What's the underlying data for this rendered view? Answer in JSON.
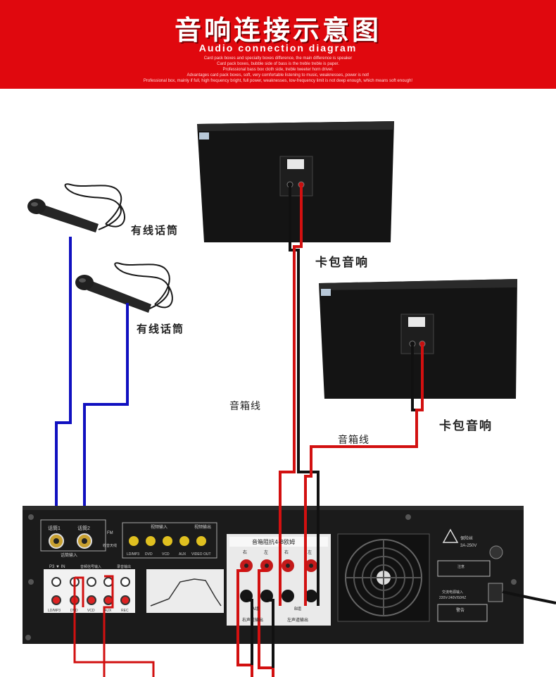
{
  "header": {
    "title": "音响连接示意图",
    "subtitle": "Audio connection diagram",
    "lines": [
      "Card pack boxes and specialty boxes difference, the main difference is speaker",
      "Card pack boxes, bubble side of bass is the treble treble is paper.",
      "Professional bass box cloth side, treble tweeter horn driver.",
      "Advantages card pack boxes, soft, very comfortable listening to music, weaknesses, power is not!",
      "Professional box, mainly if full, high frequency bright, full power, weaknesses, low-frequency limit is not deep enough, which means soft enough!"
    ]
  },
  "labels": {
    "mic_1": "有线话筒",
    "mic_2": "有线话筒",
    "speaker_1": "卡包音响",
    "speaker_2": "卡包音响",
    "cable_1": "音箱线",
    "cable_2": "音箱线"
  },
  "amplifier": {
    "mic_in": [
      "话筒1",
      "话筒2"
    ],
    "mic_group": "话筒输入",
    "fm": "FM",
    "antenna": "收音天线",
    "video_in": "视频输入",
    "video_out_group": "视频输出",
    "video_sources": [
      "LD/MP3",
      "DVD",
      "VCD",
      "AUX",
      "VIDEO OUT"
    ],
    "mp3_in": "P3 ▼ IN",
    "audio_in": "音频信号输入",
    "rec_out": "录音输出",
    "audio_sources": [
      "LD/MP3",
      "DVD",
      "VCD",
      "AUX",
      "REC"
    ],
    "speaker_block": "音箱阻抗4-8欧姆",
    "speaker_right": "右",
    "speaker_left": "左",
    "right_out": "右声道输出",
    "left_out": "左声道输出",
    "ch_a": "A组",
    "ch_b": "B组",
    "fuse": "保险丝",
    "fuse_rating": "3A-250V",
    "ac_in": "交流电源输入",
    "ac_rating": "220V-240V/50HZ",
    "warning": "警告",
    "caution": "注意"
  },
  "colors": {
    "banner": "#e0080e",
    "mic_cable": "#1010c0",
    "speaker_red": "#d21010",
    "speaker_black": "#111111"
  }
}
